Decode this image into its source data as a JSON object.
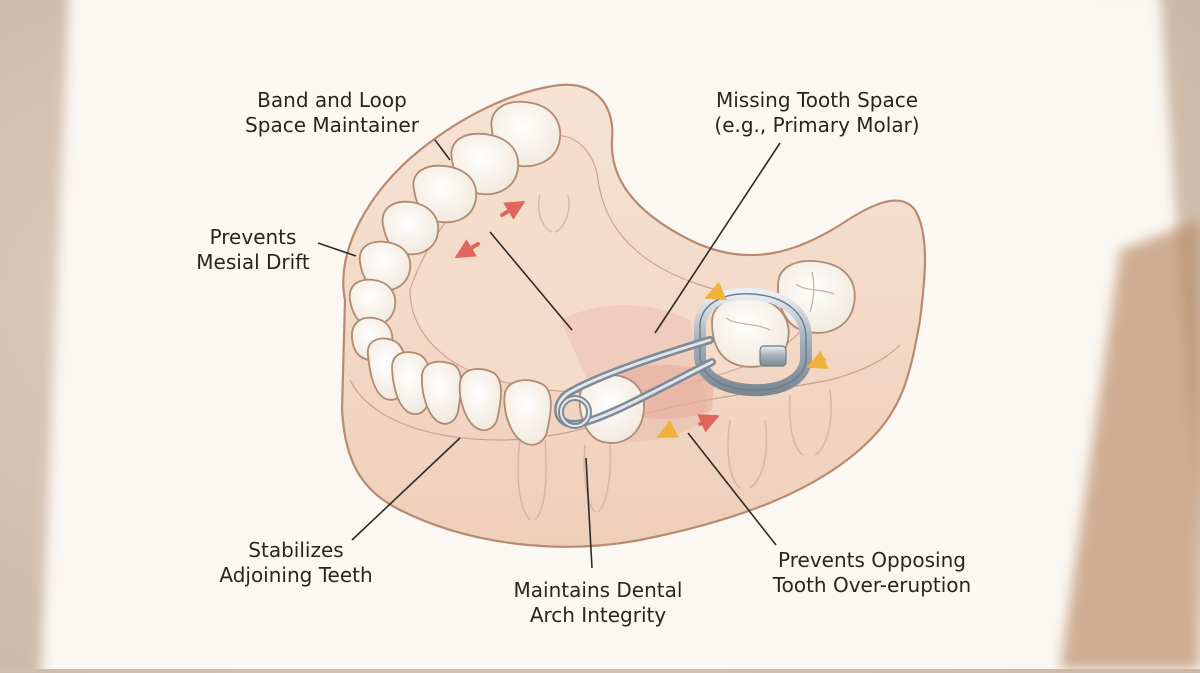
{
  "diagram": {
    "subject": "band and loop space maintainer on lower dental arch",
    "labels": {
      "band_loop": [
        "Band and Loop",
        "Space Maintainer"
      ],
      "missing_space": [
        "Missing Tooth Space",
        "(e.g., Primary Molar)"
      ],
      "mesial_drift": [
        "Prevents",
        "Mesial Drift"
      ],
      "stabilizes": [
        "Stabilizes",
        "Adjoining Teeth"
      ],
      "arch_integrity": [
        "Maintains Dental",
        "Arch Integrity"
      ],
      "over_eruption": [
        "Prevents Opposing",
        "Tooth Over-eruption"
      ]
    },
    "colors": {
      "paper": "#fbf7f2",
      "gum": "#f3d9c6",
      "gum_outline": "#b98a72",
      "tooth": "#fbf8f2",
      "metal": "#9aa6b1",
      "arrow_red": "#e0655a",
      "arrow_yellow": "#f0b23c",
      "leader": "#2f2a26"
    }
  }
}
